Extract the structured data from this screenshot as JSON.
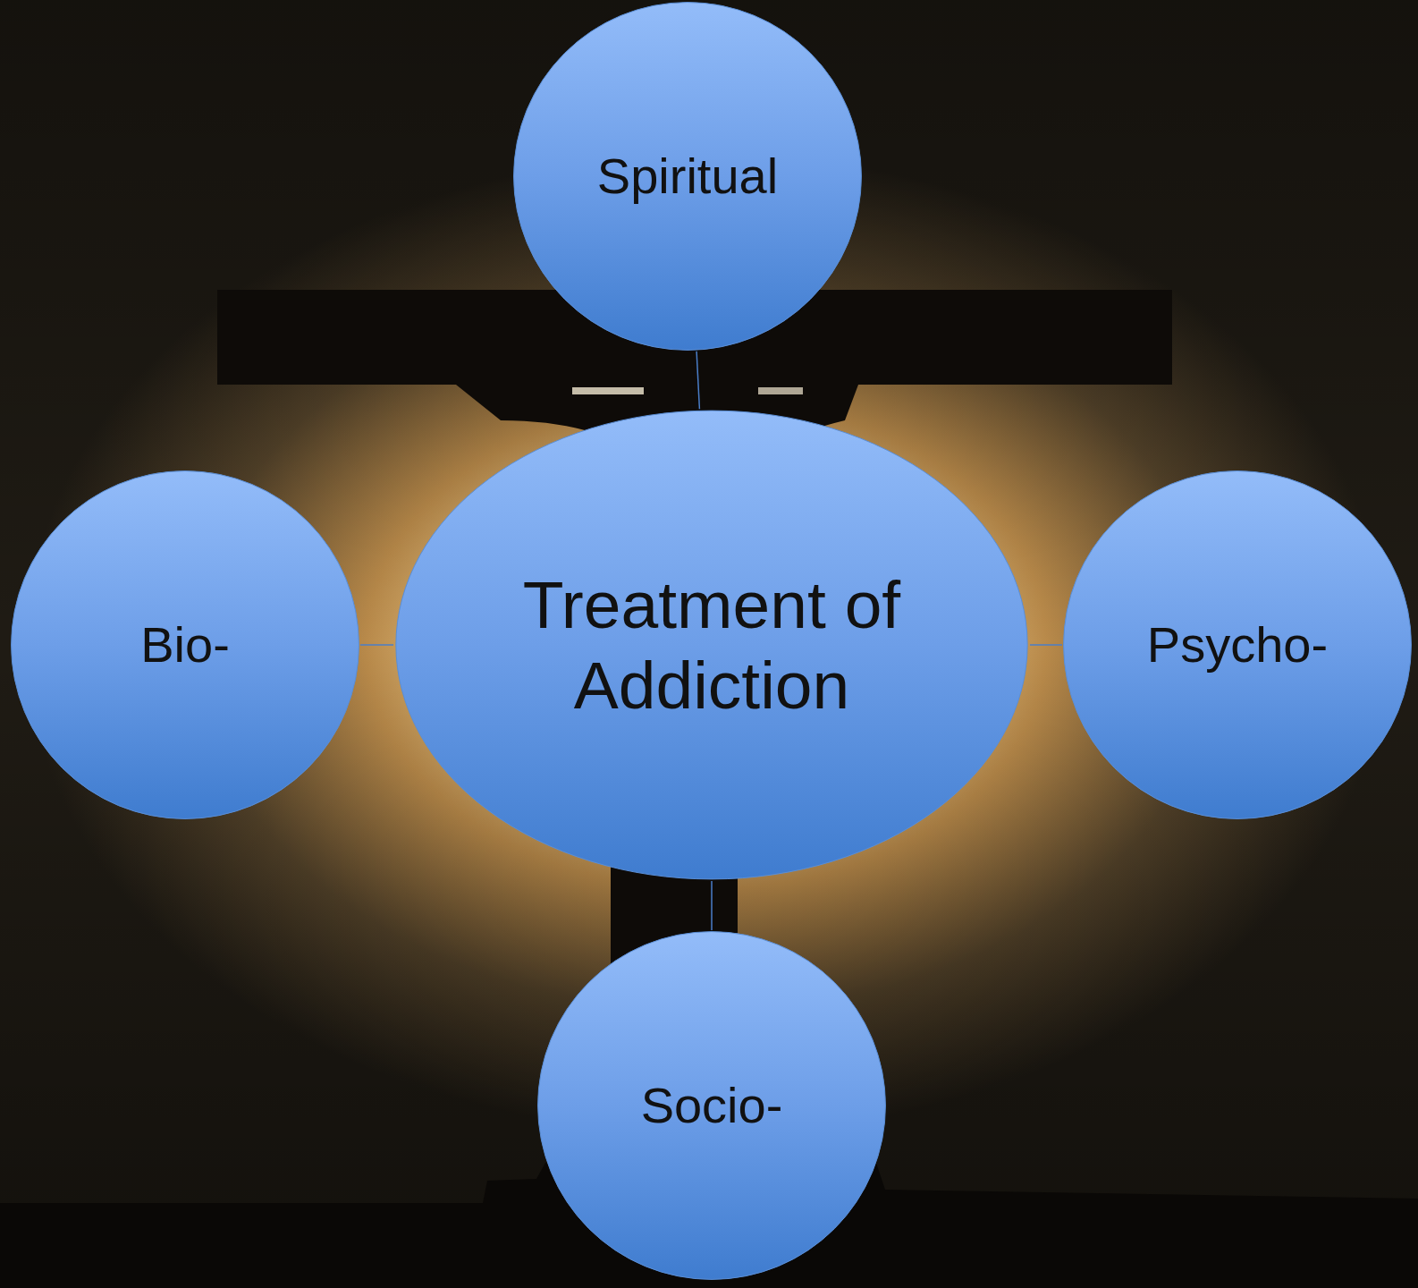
{
  "diagram": {
    "nodes": [
      {
        "text": [
          "Spiritual"
        ]
      },
      {
        "text": [
          "Bio-"
        ]
      },
      {
        "text": [
          "Treatment of Addiction"
        ]
      },
      {
        "text": [
          "Psycho-"
        ]
      },
      {
        "text": [
          "Socio-"
        ]
      }
    ],
    "edges": [
      {
        "from": 2,
        "to": 0,
        "arrow": "none"
      },
      {
        "from": 2,
        "to": 1,
        "arrow": "none"
      },
      {
        "from": 2,
        "to": 3,
        "arrow": "none"
      },
      {
        "from": 2,
        "to": 4,
        "arrow": "none"
      }
    ]
  }
}
